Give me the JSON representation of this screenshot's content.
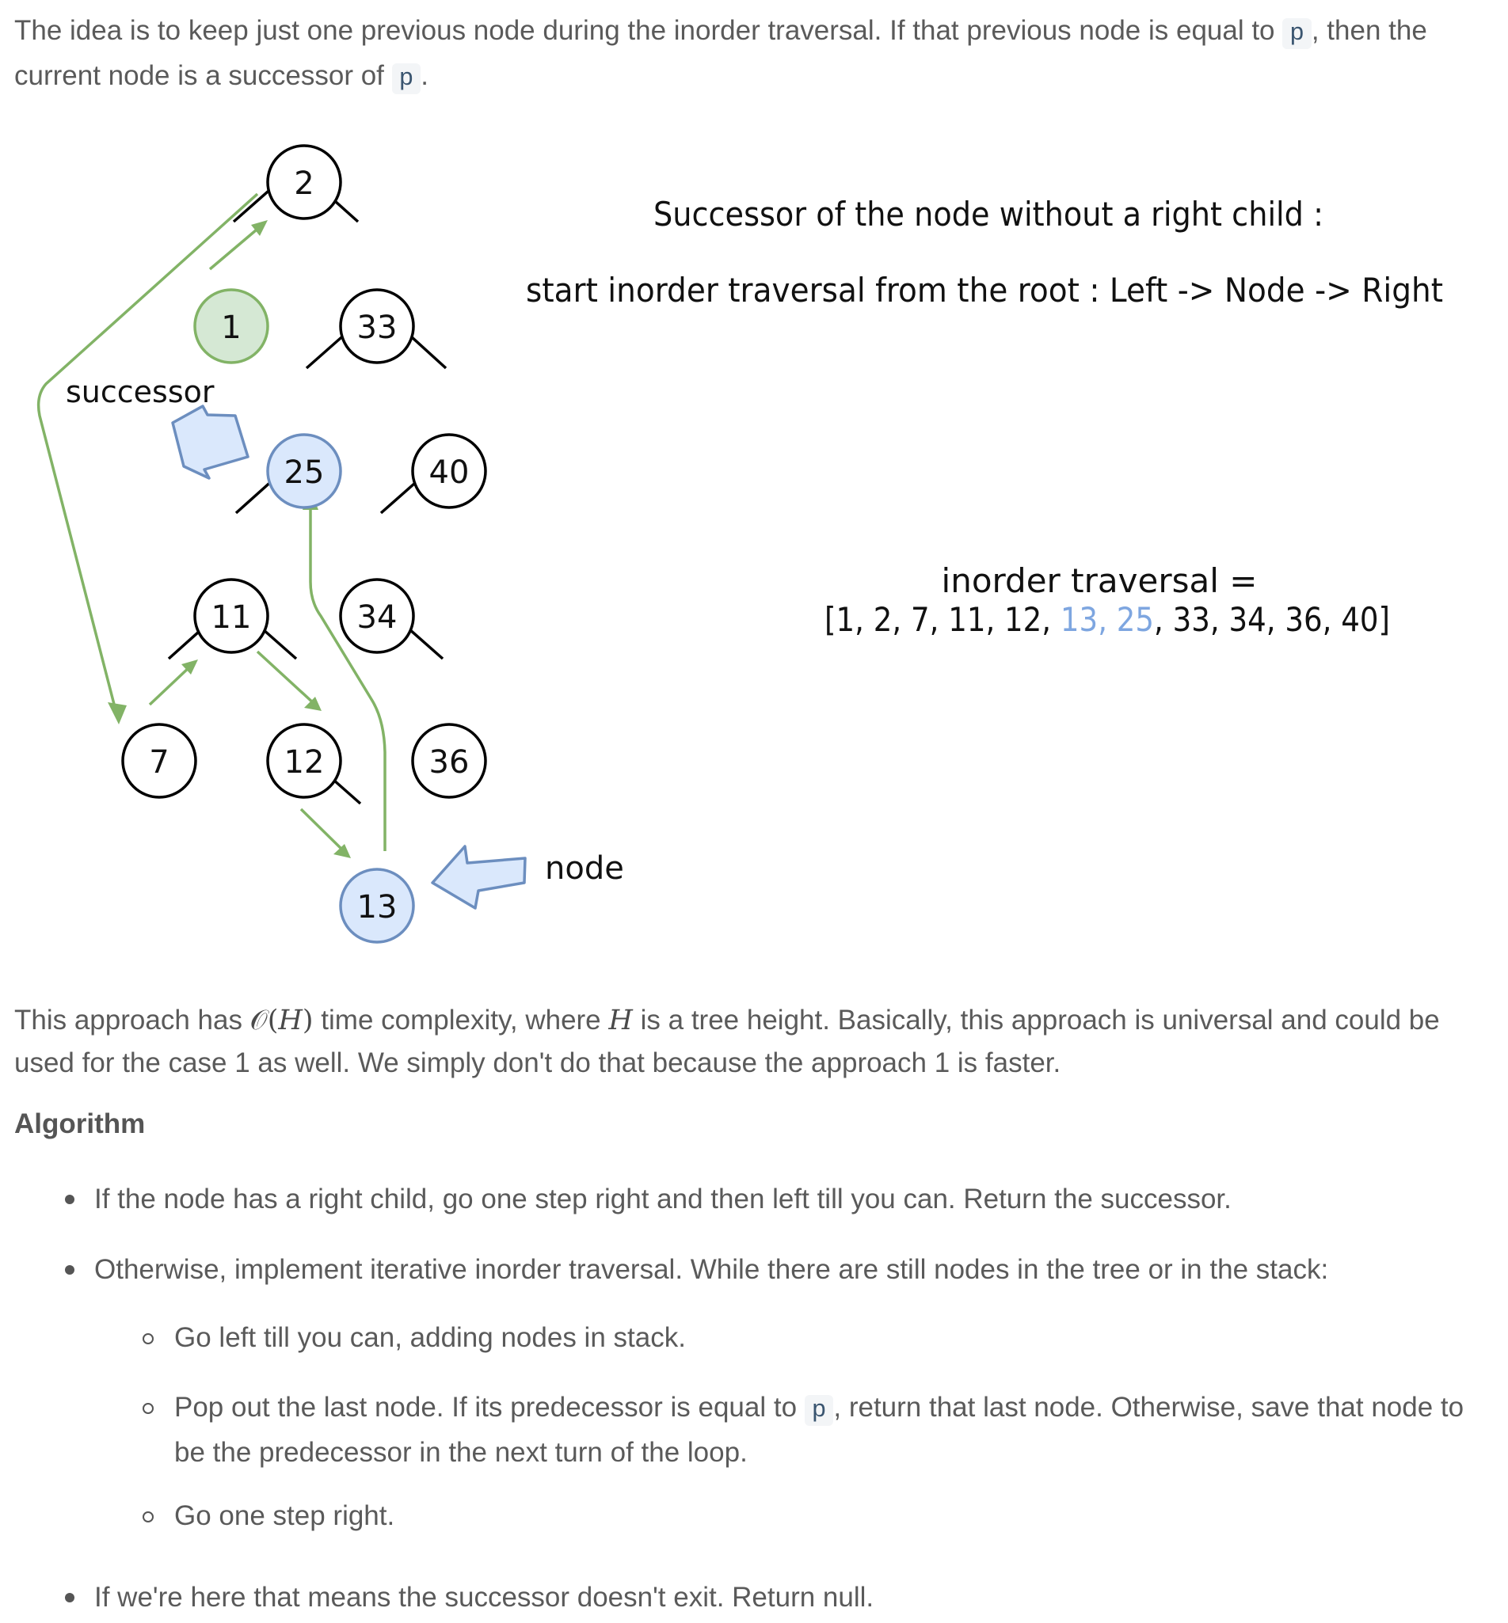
{
  "intro": {
    "part1": "The idea is to keep just one previous node during the inorder traversal. If that previous node is equal to ",
    "code1": "p",
    "part2": ", then the current node is a successor of ",
    "code2": "p",
    "part3": "."
  },
  "figure": {
    "nodes": {
      "n2": "2",
      "n1": "1",
      "n33": "33",
      "n25": "25",
      "n40": "40",
      "n11": "11",
      "n34": "34",
      "n7": "7",
      "n12": "12",
      "n36": "36",
      "n13": "13"
    },
    "successor_label": "successor",
    "node_label": "node",
    "title_line1": "Successor of the node without a right child :",
    "title_line2": "start inorder traversal from the root : Left -> Node -> Right",
    "traversal_label": "inorder traversal =",
    "traversal_open": "[1, 2, 7, 11, 12, ",
    "traversal_hl1": "13",
    "traversal_comma": ", ",
    "traversal_hl2": "25",
    "traversal_close": ", 33, 34, 36, 40]",
    "colors": {
      "green_node_fill": "#d5e8d4",
      "green_node_stroke": "#82b366",
      "blue_node_fill": "#dae8fc",
      "blue_node_stroke": "#6c8ebf",
      "arrow_green": "#82b366",
      "highlight_text": "#7ea6e0"
    }
  },
  "complexity": {
    "p1": "This approach has ",
    "math1_o": "𝒪",
    "math1_paren_open": "(",
    "math1_var": "H",
    "math1_paren_close": ")",
    "p2": " time complexity, where ",
    "math2": "H",
    "p3": " is a tree height. Basically, this approach is universal and could be used for the case 1 as well. We simply don't do that because the approach 1 is faster."
  },
  "algorithm": {
    "heading": "Algorithm",
    "b1": "If the node has a right child, go one step right and then left till you can. Return the successor.",
    "b2": "Otherwise, implement iterative inorder traversal. While there are still nodes in the tree or in the stack:",
    "s1": "Go left till you can, adding nodes in stack.",
    "s2_a": "Pop out the last node. If its predecessor is equal to ",
    "s2_code": "p",
    "s2_b": ", return that last node. Otherwise, save that node to be the predecessor in the next turn of the loop.",
    "s3": "Go one step right.",
    "b3": "If we're here that means the successor doesn't exit. Return null."
  }
}
